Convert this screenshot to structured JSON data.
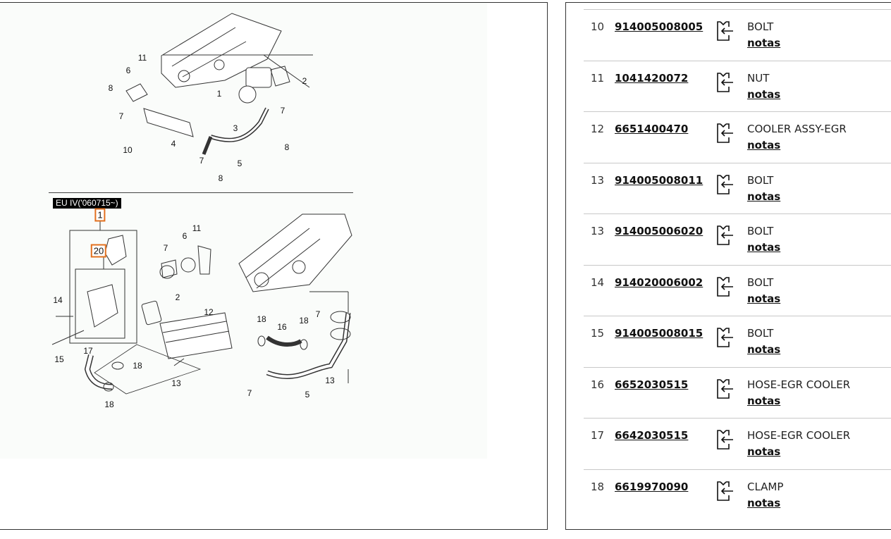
{
  "diagram": {
    "variant_label": "EU IV('060715~)",
    "callouts": [
      "11",
      "6",
      "8",
      "7",
      "1",
      "2",
      "7",
      "3",
      "10",
      "4",
      "8",
      "5",
      "7",
      "8",
      "1",
      "20",
      "11",
      "6",
      "7",
      "2",
      "12",
      "14",
      "15",
      "18",
      "16",
      "18",
      "7",
      "17",
      "18",
      "13",
      "7",
      "5",
      "13",
      "18"
    ]
  },
  "parts": [
    {
      "num": "10",
      "part_no": "914005008005",
      "desc": "BOLT",
      "notes": "notas"
    },
    {
      "num": "11",
      "part_no": "1041420072",
      "desc": "NUT",
      "notes": "notas"
    },
    {
      "num": "12",
      "part_no": "6651400470",
      "desc": "COOLER ASSY-EGR",
      "notes": "notas"
    },
    {
      "num": "13",
      "part_no": "914005008011",
      "desc": "BOLT",
      "notes": "notas"
    },
    {
      "num": "13",
      "part_no": "914005006020",
      "desc": "BOLT",
      "notes": "notas"
    },
    {
      "num": "14",
      "part_no": "914020006002",
      "desc": "BOLT",
      "notes": "notas"
    },
    {
      "num": "15",
      "part_no": "914005008015",
      "desc": "BOLT",
      "notes": "notas"
    },
    {
      "num": "16",
      "part_no": "6652030515",
      "desc": "HOSE-EGR COOLER",
      "notes": "notas"
    },
    {
      "num": "17",
      "part_no": "6642030515",
      "desc": "HOSE-EGR COOLER",
      "notes": "notas"
    },
    {
      "num": "18",
      "part_no": "6619970090",
      "desc": "CLAMP",
      "notes": "notas"
    }
  ],
  "colors": {
    "callout_box": "#e2701f"
  }
}
